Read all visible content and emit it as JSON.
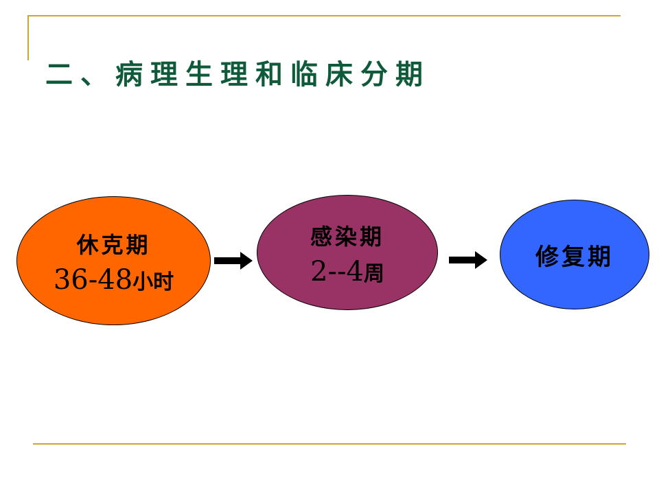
{
  "slide": {
    "title": "二、病理生理和临床分期",
    "rule_color": "#c9a633",
    "title_color": "#0f5a3a"
  },
  "stages": [
    {
      "label": "休克期",
      "duration_number": "36-48",
      "duration_unit": "小时",
      "fill": "#ff6600"
    },
    {
      "label": "感染期",
      "duration_number": "2--4",
      "duration_unit": "周",
      "fill": "#993366"
    },
    {
      "label": "修复期",
      "fill": "#3366ff"
    }
  ],
  "arrows": [
    {
      "icon": "right-arrow-icon",
      "from": "休克期",
      "to": "感染期"
    },
    {
      "icon": "right-arrow-icon",
      "from": "感染期",
      "to": "修复期"
    }
  ]
}
